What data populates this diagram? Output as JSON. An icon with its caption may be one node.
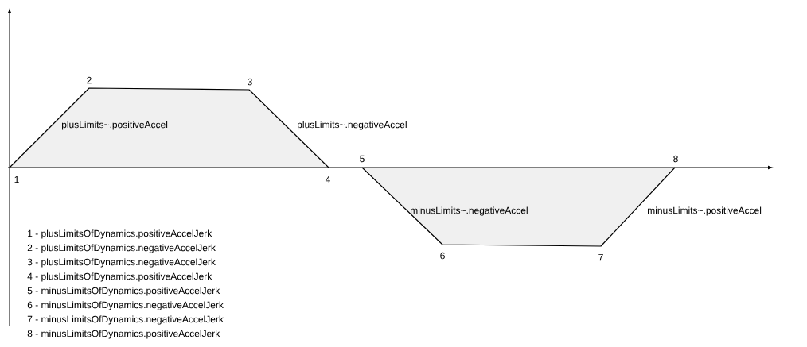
{
  "diagram": {
    "labels": [
      "2",
      "3",
      "plusLimits~.positiveAccel",
      "plusLimits~.negativeAccel",
      "1",
      "4",
      "5",
      "8",
      "minusLimits~.negativeAccel",
      "minusLimits~.positiveAccel",
      "6",
      "7",
      "1 - plusLimitsOfDynamics.positiveAccelJerk",
      "2 - plusLimitsOfDynamics.negativeAccelJerk",
      "3 - plusLimitsOfDynamics.negativeAccelJerk",
      "4 - plusLimitsOfDynamics.positiveAccelJerk",
      "5 - minusLimitsOfDynamics.positiveAccelJerk",
      "6 - minusLimitsOfDynamics.negativeAccelJerk",
      "7 - minusLimitsOfDynamics.negativeAccelJerk",
      "8 - minusLimitsOfDynamics.positiveAccelJerk"
    ]
  }
}
